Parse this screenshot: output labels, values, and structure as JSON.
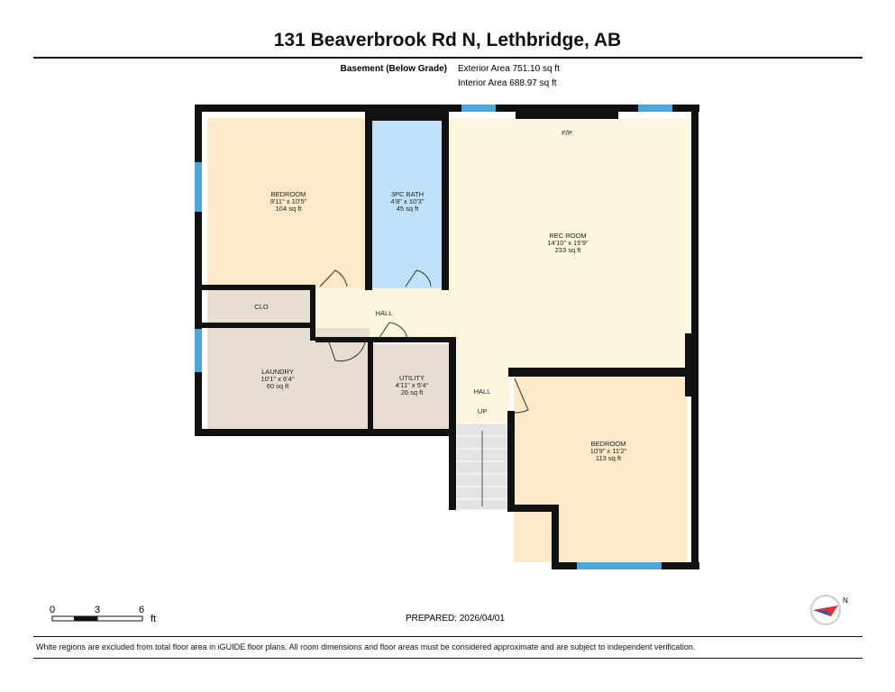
{
  "title": "131 Beaverbrook Rd N, Lethbridge, AB",
  "level": "Basement (Below Grade)",
  "exterior_area": "Exterior Area 751.10 sq ft",
  "interior_area": "Interior Area 688.97 sq ft",
  "rooms": {
    "bedroom1": {
      "name": "BEDROOM",
      "dims": "9'11\" x 10'5\"",
      "area": "104 sq ft"
    },
    "bath": {
      "name": "3PC BATH",
      "dims": "4'8\" x 10'3\"",
      "area": "45 sq ft"
    },
    "rec": {
      "name": "REC ROOM",
      "dims": "14'10\" x 15'9\"",
      "area": "233 sq ft"
    },
    "clo": {
      "name": "CLO"
    },
    "hall1": {
      "name": "HALL"
    },
    "hall2": {
      "name": "HALL"
    },
    "up": "UP",
    "fp": "F/P",
    "laundry": {
      "name": "LAUNDRY",
      "dims": "10'1\" x 6'4\"",
      "area": "60 sq ft"
    },
    "utility": {
      "name": "UTILITY",
      "dims": "4'11\" x 5'4\"",
      "area": "26 sq ft"
    },
    "bedroom2": {
      "name": "BEDROOM",
      "dims": "10'9\" x 11'2\"",
      "area": "113 sq ft"
    }
  },
  "scale": {
    "t0": "0",
    "t1": "3",
    "t2": "6",
    "unit": "ft"
  },
  "compass": "N",
  "prepared": "PREPARED: 2026/04/01",
  "disclaimer": "White regions are excluded from total floor area in iGUIDE floor plans. All room dimensions and floor areas must be considered approximate and are subject to independent verification.",
  "colors": {
    "bedroom": "#fbe9c7",
    "bath": "#bfe1fb",
    "rec": "#fdf6de",
    "utility": "#e7ddd0",
    "wall": "#111111",
    "window": "#4da6d9"
  }
}
